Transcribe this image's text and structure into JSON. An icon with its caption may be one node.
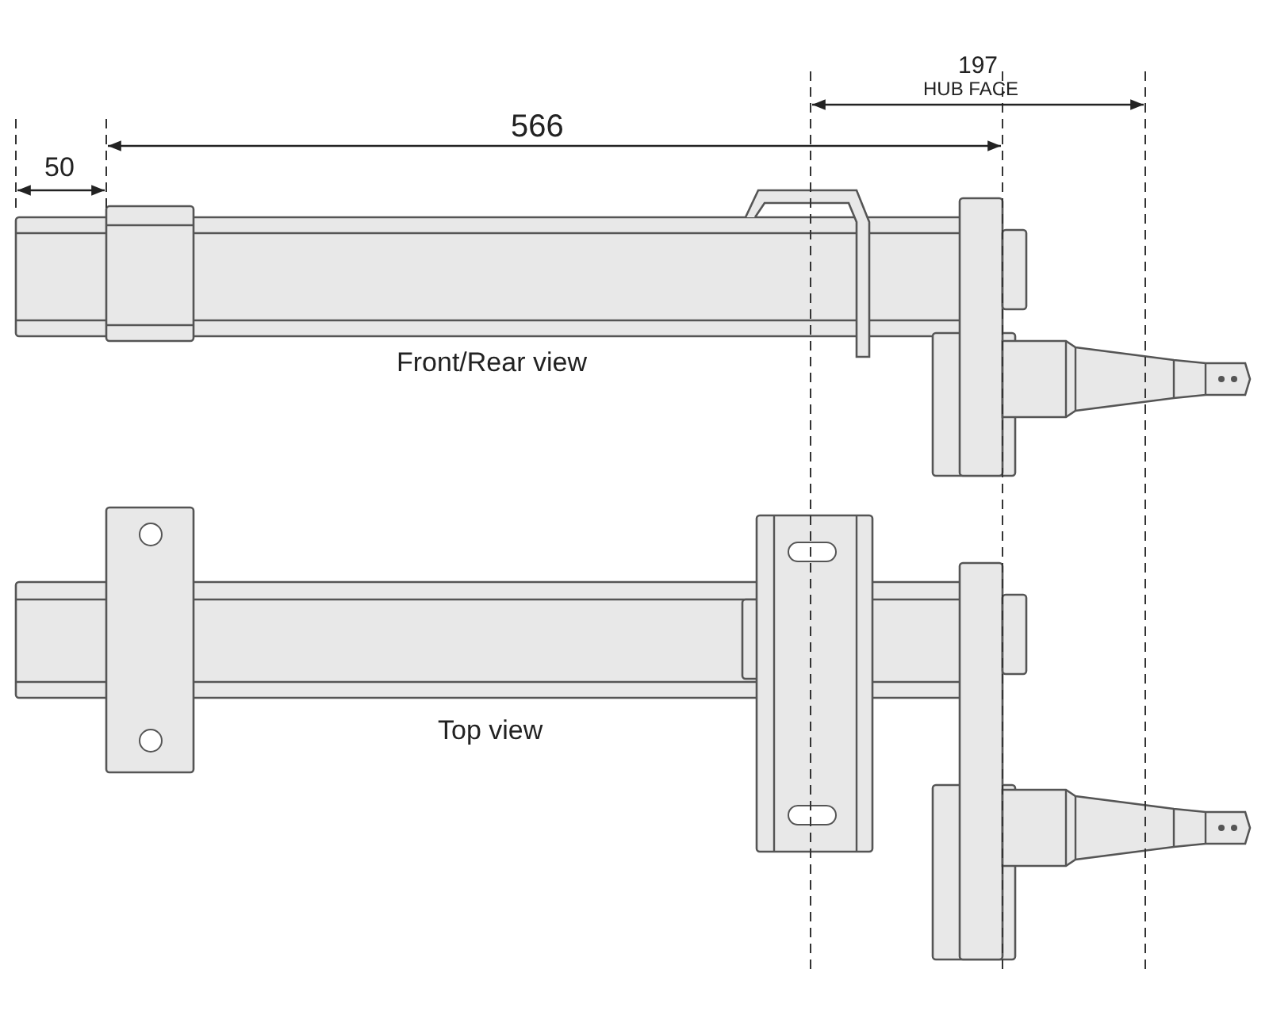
{
  "diagram": {
    "labels": [
      "197",
      "HUB FACE",
      "566",
      "50",
      "Front/Rear view",
      "Top view"
    ]
  }
}
